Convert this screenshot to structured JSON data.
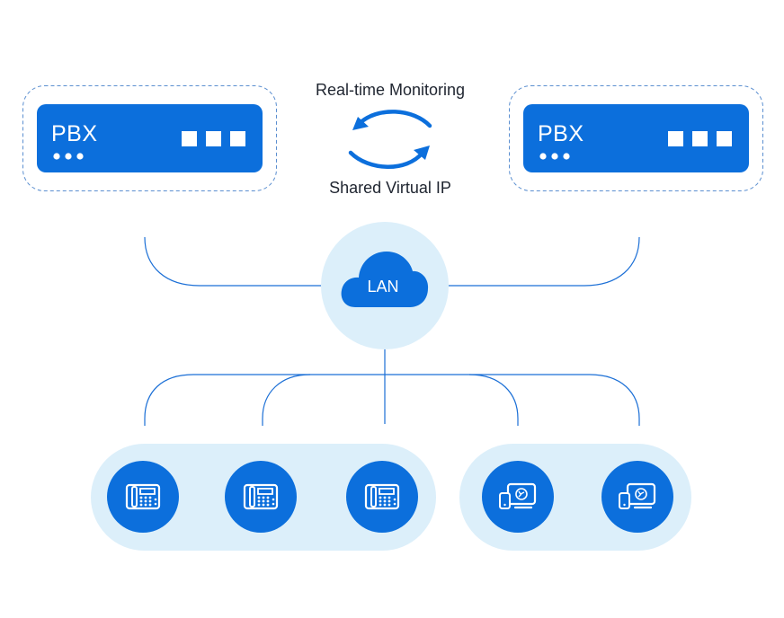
{
  "diagram": {
    "top_caption": "Real-time Monitoring",
    "bottom_caption": "Shared Virtual IP",
    "cloud_label": "LAN",
    "pbx_left_label": "PBX",
    "pbx_right_label": "PBX",
    "devices": [
      {
        "type": "desk-phone"
      },
      {
        "type": "desk-phone"
      },
      {
        "type": "desk-phone"
      },
      {
        "type": "softphone"
      },
      {
        "type": "softphone"
      }
    ]
  },
  "colors": {
    "primary": "#0c6fdc",
    "line": "#1b6fd6",
    "halo": "#dceffa",
    "dashed_border": "#5b8fd0",
    "text": "#1f2530"
  }
}
